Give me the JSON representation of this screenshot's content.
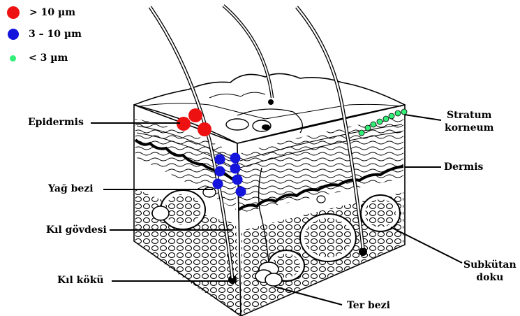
{
  "legend": {
    "items": [
      {
        "label": "> 10 µm",
        "color": "#ee1111",
        "size_class": "large"
      },
      {
        "label": "3 – 10 µm",
        "color": "#1414dd",
        "size_class": "medium"
      },
      {
        "label": "< 3 µm",
        "color": "#33ee77",
        "size_class": "small"
      }
    ]
  },
  "labels": {
    "epidermis": "Epidermis",
    "yag_bezi": "Yağ bezi",
    "kil_govdesi": "Kıl gövdesi",
    "kil_koku": "Kıl kökü",
    "ter_bezi": "Ter bezi",
    "stratum_corneum": "Stratum\nkorneum",
    "dermis": "Dermis",
    "subkutan_doku": "Subkütan\ndoku"
  },
  "colors": {
    "large_particles": "#ee1111",
    "medium_particles": "#1414dd",
    "small_particles": "#33ee77",
    "ink": "#000000"
  }
}
